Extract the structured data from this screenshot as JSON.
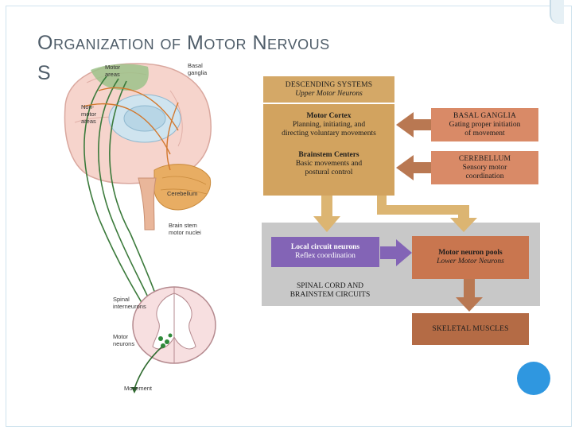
{
  "slide": {
    "title_line1": "Organization of Motor Nervous",
    "title_line2": "S"
  },
  "brain_labels": {
    "motor_areas": "Motor\nareas",
    "basal_ganglia": "Basal\nganglia",
    "non_motor_areas": "Non-\nmotor\nareas",
    "cerebellum": "Cerebellum",
    "brain_stem": "Brain stem\nmotor nuclei",
    "spinal_interneurons": "Spinal\ninterneurons",
    "motor_neurons": "Motor\nneurons",
    "movement": "Movement"
  },
  "flowchart": {
    "descending": {
      "title": "DESCENDING SYSTEMS",
      "subtitle": "Upper Motor Neurons"
    },
    "motor_cortex": {
      "title": "Motor Cortex",
      "line1": "Planning, initiating, and",
      "line2": "directing voluntary movements"
    },
    "brainstem": {
      "title": "Brainstem Centers",
      "line1": "Basic movements and",
      "line2": "postural control"
    },
    "basal_ganglia": {
      "title": "BASAL GANGLIA",
      "line1": "Gating proper initiation",
      "line2": "of movement"
    },
    "cerebellum": {
      "title": "CEREBELLUM",
      "line1": "Sensory motor",
      "line2": "coordination"
    },
    "local_circuit": {
      "title": "Local circuit neurons",
      "line1": "Reflex coordination"
    },
    "motor_pools": {
      "title": "Motor neuron pools",
      "subtitle": "Lower Motor Neurons"
    },
    "spinal_cord": {
      "line1": "SPINAL CORD AND",
      "line2": "BRAINSTEM CIRCUITS"
    },
    "skeletal": {
      "title": "SKELETAL MUSCLES"
    }
  },
  "colors": {
    "upper_box": "#d2a35f",
    "side_box": "#d98a67",
    "local_box": "#8364b6",
    "pools_box": "#c9764f",
    "arrow_tan": "#dcb572",
    "arrow_brown": "#b97852",
    "accent_circle": "#2f97e0"
  }
}
